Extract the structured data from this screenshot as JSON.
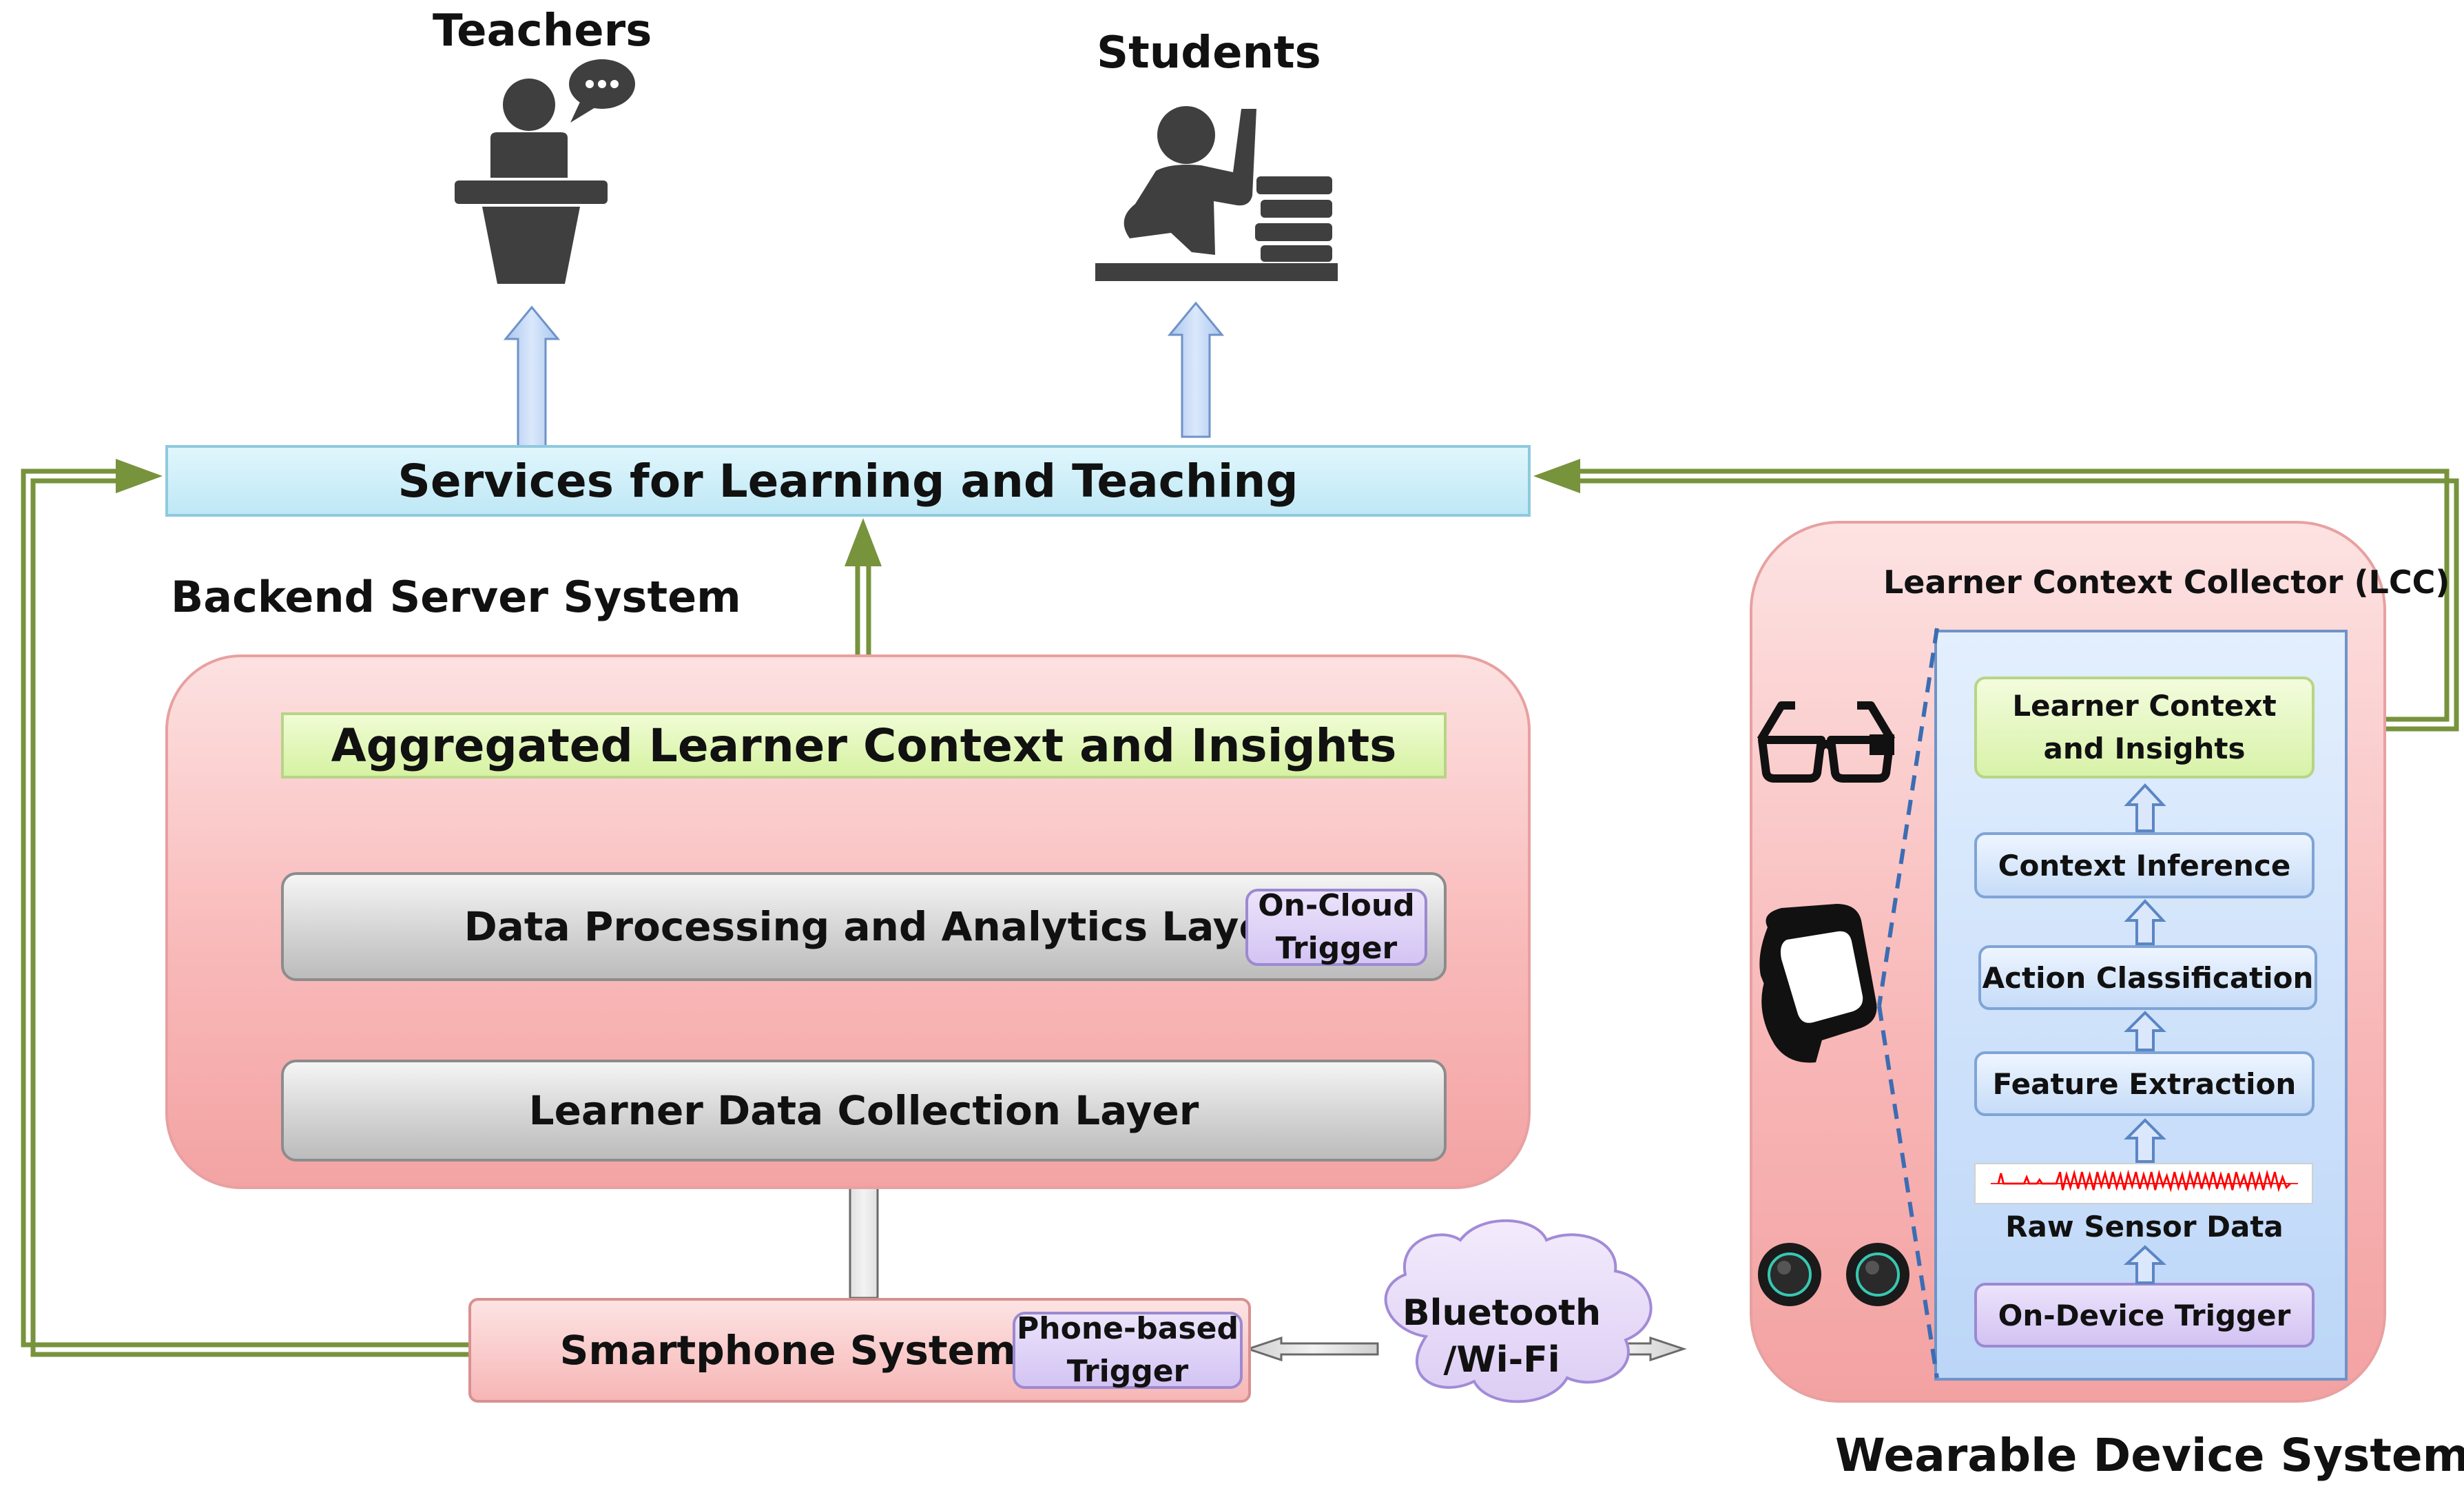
{
  "actors": {
    "teachers": "Teachers",
    "students": "Students"
  },
  "services": {
    "label": "Services for Learning and Teaching"
  },
  "backend": {
    "title": "Backend Server System",
    "aggregated": "Aggregated Learner Context and Insights",
    "processing_layer": "Data Processing and Analytics Layer",
    "on_cloud_trigger": [
      "On-Cloud",
      "Trigger"
    ],
    "collection_layer": "Learner Data Collection Layer"
  },
  "smartphone": {
    "label": "Smartphone System",
    "trigger": [
      "Phone-based",
      "Trigger"
    ]
  },
  "connection": {
    "line1": "Bluetooth",
    "line2": "/Wi-Fi"
  },
  "wearable": {
    "title": "Wearable Device System",
    "lcc_title": "Learner Context Collector (LCC)",
    "insights": [
      "Learner Context",
      "and Insights"
    ],
    "context_inference": "Context Inference",
    "action_classification": "Action Classification",
    "feature_extraction": "Feature Extraction",
    "raw_sensor_data": "Raw Sensor Data",
    "on_device_trigger": "On-Device Trigger",
    "devices": [
      "glasses-icon",
      "smartwatch-icon",
      "earbuds-icon"
    ]
  },
  "colors": {
    "feedback_arrow": "#77933c",
    "up_arrow_fill": "#c6d9f1",
    "up_arrow_stroke": "#6f93c8",
    "signal": "#ff0000",
    "dashed_line": "#3b6db3"
  }
}
